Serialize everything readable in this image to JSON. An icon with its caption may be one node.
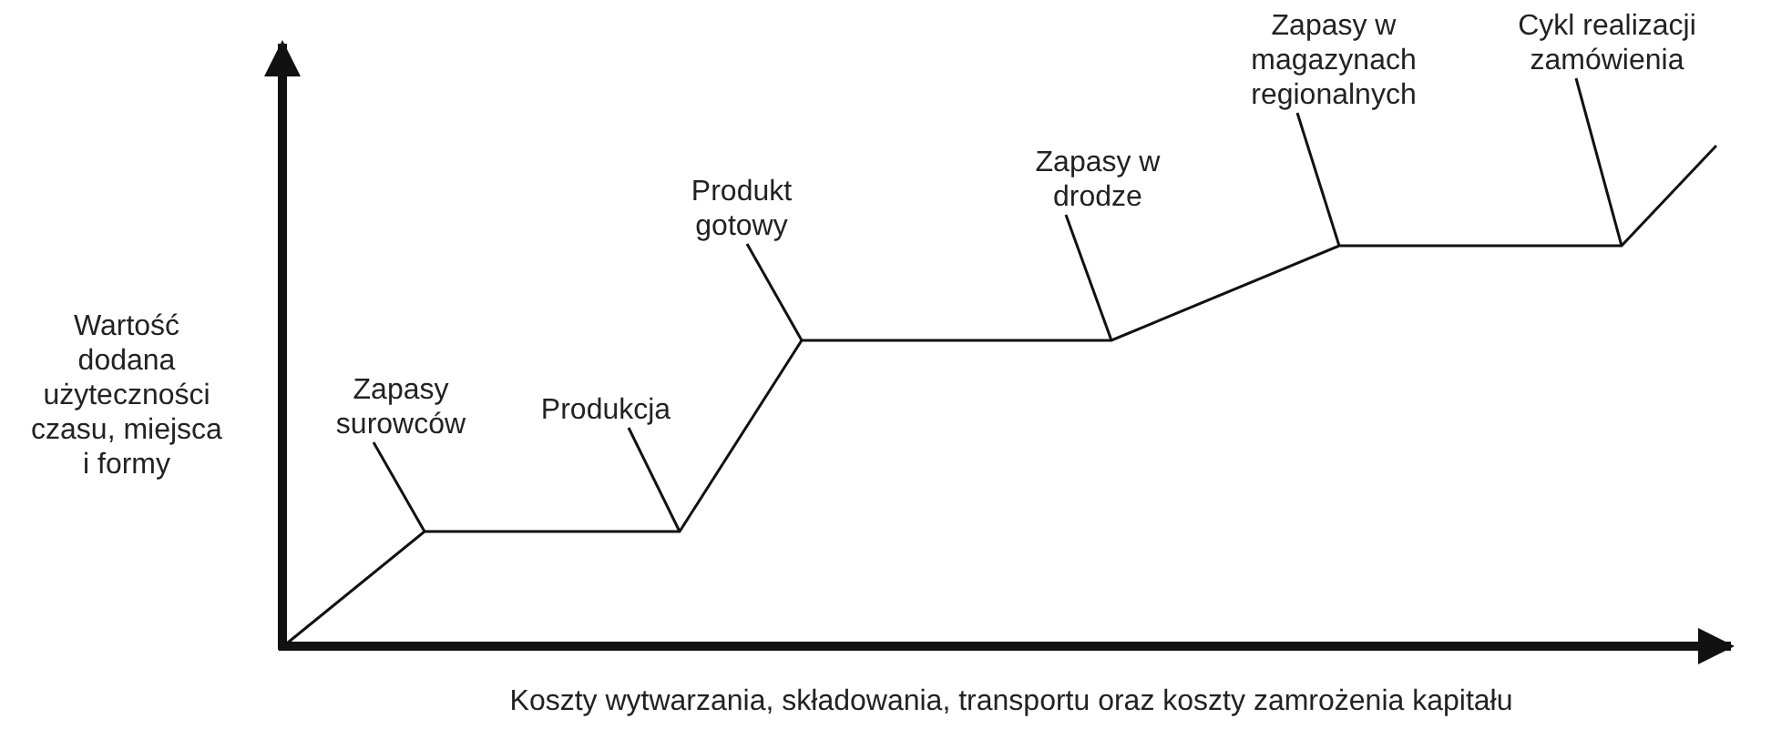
{
  "diagram": {
    "nodes": [
      {
        "text": [
          "Zapasy surowców"
        ]
      },
      {
        "text": [
          "Produkcja"
        ]
      },
      {
        "text": [
          "Produkt gotowy"
        ]
      },
      {
        "text": [
          "Zapasy w drodze"
        ]
      },
      {
        "text": [
          "Zapasy w magazynach regionalnych"
        ]
      },
      {
        "text": [
          "Cykl realizacji zamówienia"
        ]
      }
    ],
    "edges": [
      {
        "from": 0,
        "to": null,
        "arrow": "none"
      },
      {
        "from": 1,
        "to": null,
        "arrow": "none"
      },
      {
        "from": 2,
        "to": null,
        "arrow": "none"
      },
      {
        "from": 3,
        "to": null,
        "arrow": "none"
      },
      {
        "from": 4,
        "to": null,
        "arrow": "none"
      },
      {
        "from": 5,
        "to": null,
        "arrow": "none"
      }
    ],
    "labels": [
      "Wartość dodana użyteczności czasu, miejsca i formy",
      "Koszty wytwarzania, składowania, transportu oraz koszty zamrożenia kapitału"
    ]
  }
}
